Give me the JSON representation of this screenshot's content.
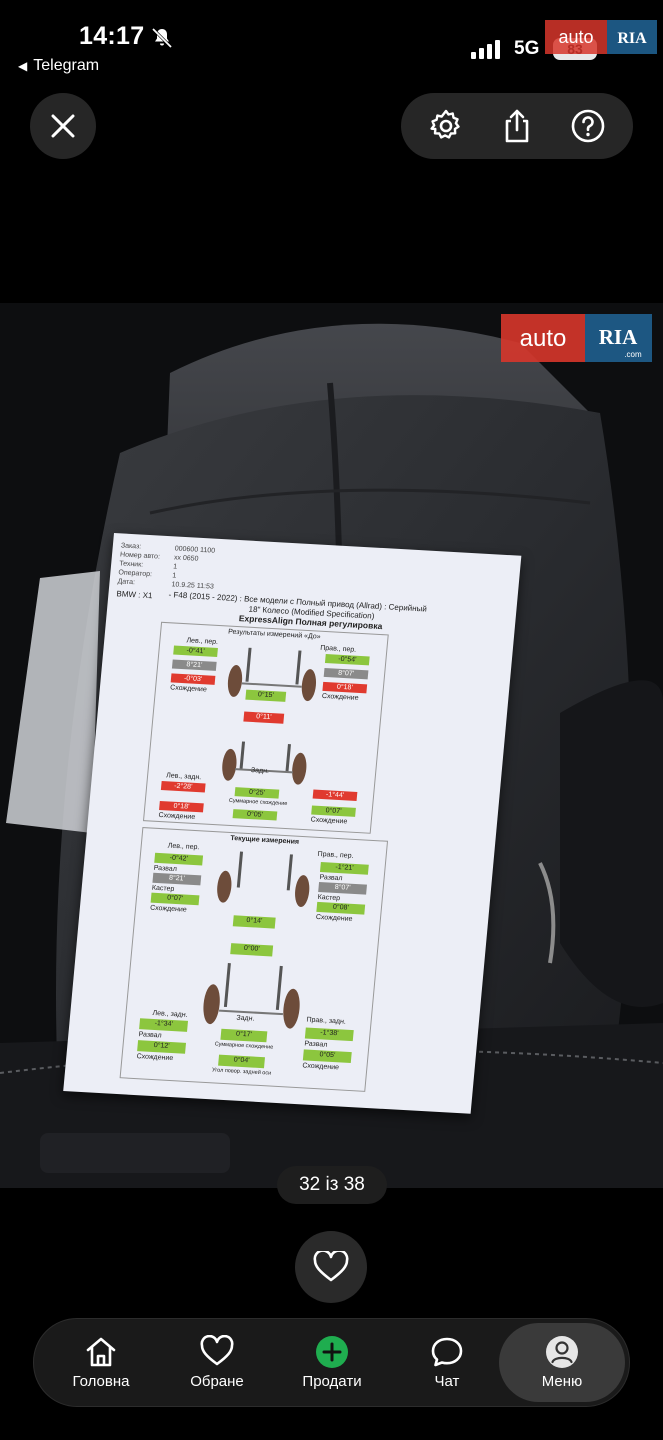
{
  "status_bar": {
    "time": "14:17",
    "back_app": "Telegram",
    "network": "5G",
    "battery": "83"
  },
  "watermark": {
    "left": "auto",
    "right": "RIA",
    "domain": ".com"
  },
  "toolbar": {
    "close_icon": "close-icon",
    "settings_icon": "gear-icon",
    "share_icon": "share-icon",
    "help_icon": "help-icon"
  },
  "gallery": {
    "counter": "32 із 38"
  },
  "nav": {
    "home": "Головна",
    "favorites": "Обране",
    "sell": "Продати",
    "chat": "Чат",
    "menu": "Меню"
  },
  "document": {
    "header_lines": [
      "000600 1100",
      "xx 0650",
      "1",
      "1",
      "10.9.25 11:53"
    ],
    "model": "BMW : X1",
    "title1": "- F48 (2015 - 2022) : Все модели с Полный привод (Allrad) : Серийный",
    "title2": "18\" Колесо (Modified Specification)",
    "title3": "ExpressAlign Полная регулировка",
    "section1": "Результаты измерений «До»",
    "section2": "Текущие измерения",
    "v_front_l_camber": "-0°41'",
    "v_front_l_caster": "8°21'",
    "v_front_l_toe": "-0°03'",
    "v_front_r_camber": "-0°54'",
    "v_front_r_caster": "8°07'",
    "v_front_r_toe": "0°18'",
    "v_front_total": "0°15'",
    "v_front_set": "0°11'",
    "v_rear_l_camber": "-2°28'",
    "v_rear_l_toe": "0°18'",
    "v_rear_total": "0°25'",
    "v_rear_r_camber": "-1°44'",
    "v_rear_r_toe": "0°07'",
    "v_rear_thrust": "0°05'",
    "c_front_l_camber": "-0°42'",
    "c_front_l_caster": "8°21'",
    "c_front_l_toe": "0°07'",
    "c_front_r_camber": "-1°21'",
    "c_front_r_caster": "8°07'",
    "c_front_r_toe": "0°08'",
    "c_front_total": "0°14'",
    "c_front_set": "0°00'",
    "c_rear_l_camber": "-1°34'",
    "c_rear_l_toe": "0°12'",
    "c_rear_total": "0°17'",
    "c_rear_r_camber": "-1°38'",
    "c_rear_r_toe": "0°05'",
    "c_rear_thrust": "0°04'",
    "lbl_left_front": "Лев., пер.",
    "lbl_right_front": "Прав., пер.",
    "lbl_left_rear": "Лев., задн.",
    "lbl_right_rear": "Прав., задн.",
    "lbl_camber": "Развал",
    "lbl_caster": "Кастер",
    "lbl_toe": "Схождение",
    "lbl_total_toe": "Суммарное схождение",
    "lbl_thrust": "Угол повор. задней оси",
    "lbl_rear": "Задн.",
    "colors": {
      "green": "#8cc63e",
      "red": "#e03a2f",
      "grey": "#8a8a8a"
    }
  }
}
